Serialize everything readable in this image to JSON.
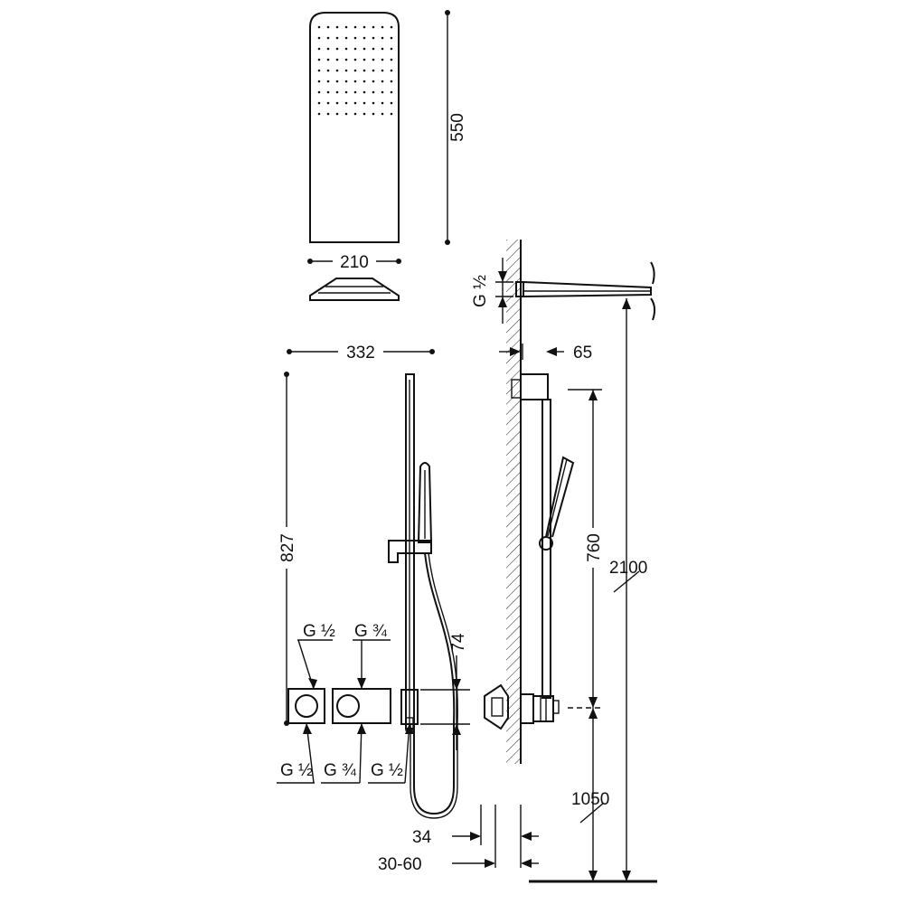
{
  "dimensions": {
    "head_height": "550",
    "head_width": "210",
    "rail_spread": "332",
    "mixer_to_rail_top": "827",
    "outlet_spacing": "74",
    "wall_projection": "65",
    "rail_length": "760",
    "total_height": "2100",
    "mixer_height": "1050",
    "plate_depth": "34",
    "recess_depth": "30-60"
  },
  "connections": {
    "top_left": "G ½",
    "top_right": "G ¾",
    "bottom_left": "G ½",
    "bottom_middle": "G ¾",
    "bottom_right": "G ½",
    "arm_inlet": "G ½"
  }
}
